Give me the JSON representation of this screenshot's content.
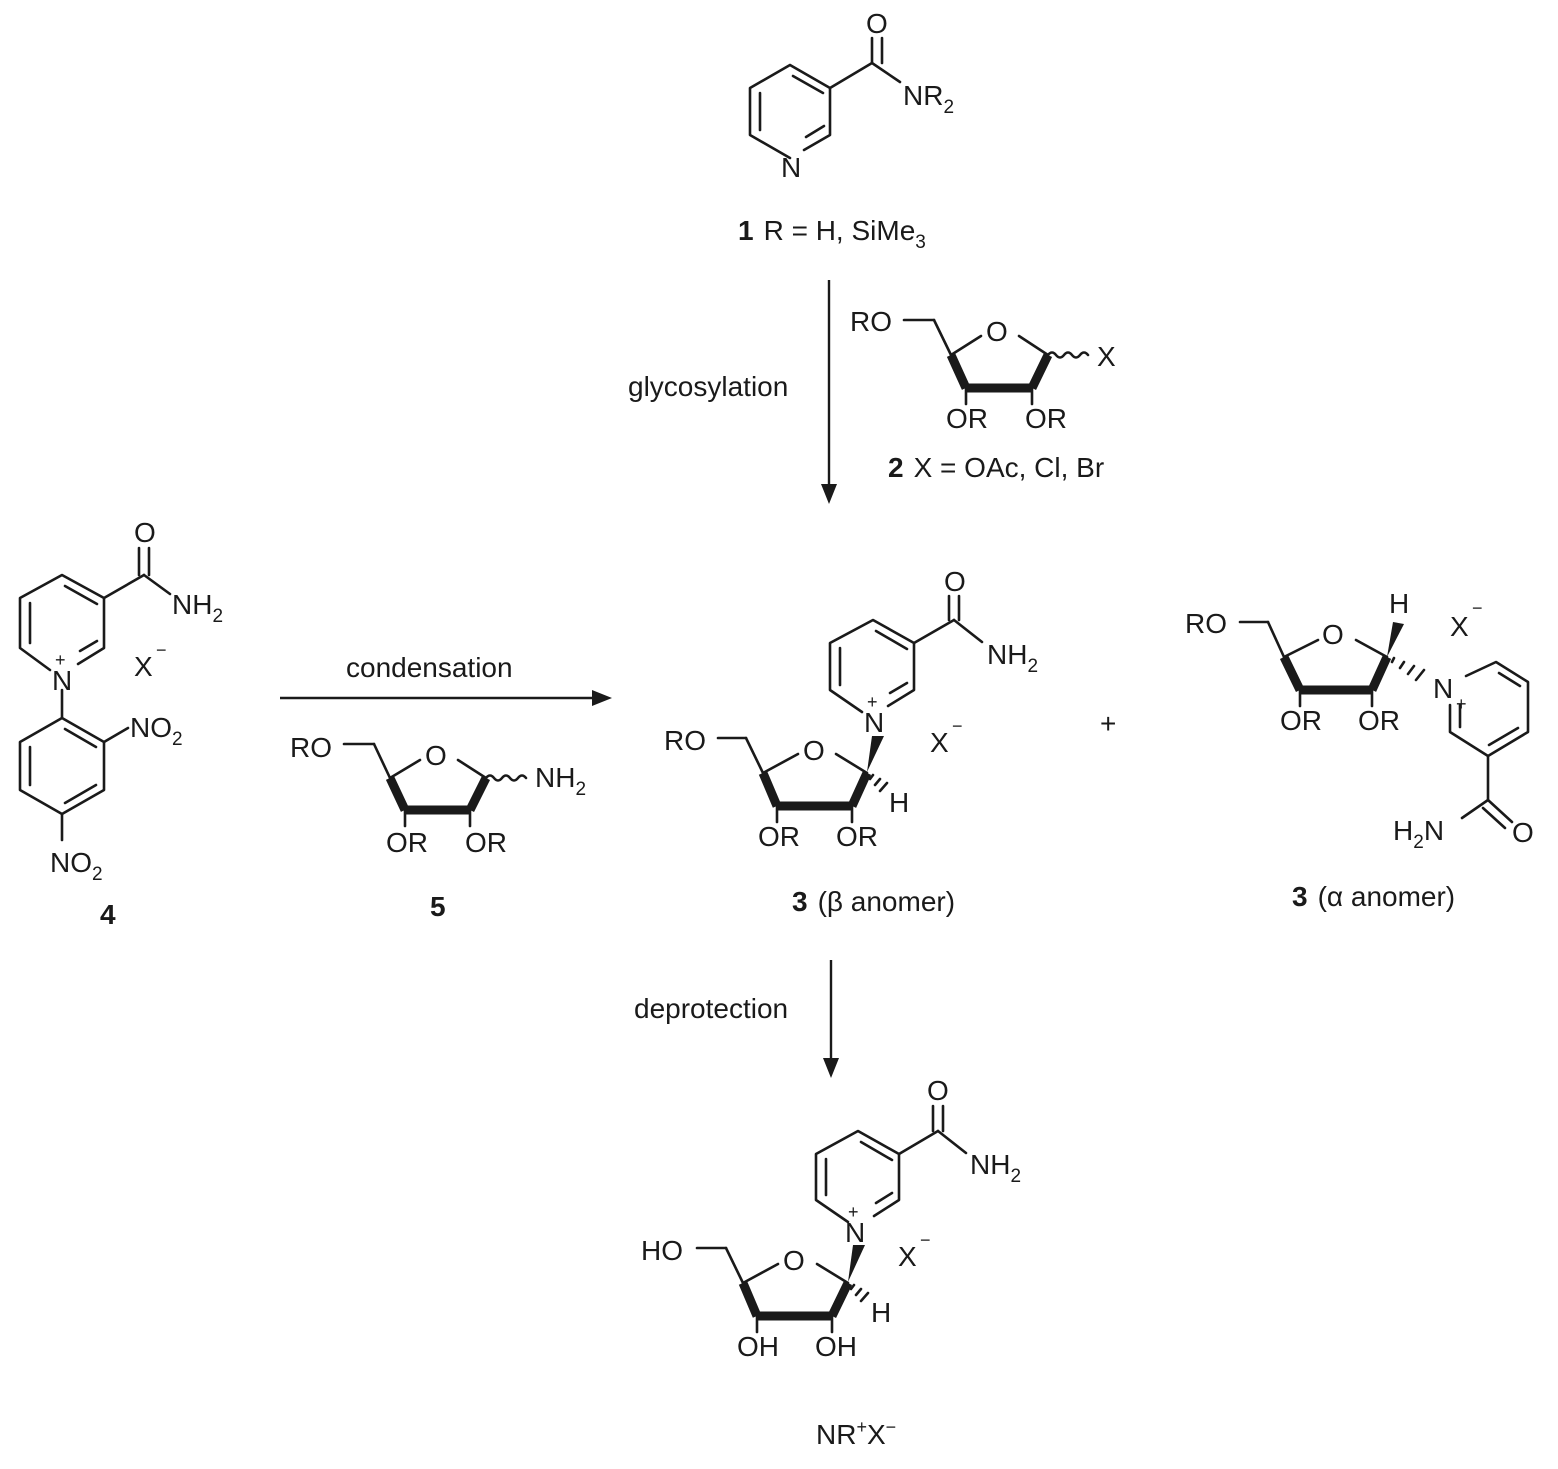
{
  "compounds": {
    "c1": {
      "label_num": "1",
      "label_text": "R = H, SiMe",
      "label_sub": "3",
      "atoms": {
        "O": "O",
        "N_ring": "N",
        "NR": "NR",
        "NR_sub": "2"
      }
    },
    "c2": {
      "label_num": "2",
      "label_text": "X = OAc, Cl, Br",
      "atoms": {
        "RO": "RO",
        "O": "O",
        "X": "X",
        "OR1": "OR",
        "OR2": "OR"
      }
    },
    "c4": {
      "label_num": "4",
      "atoms": {
        "O": "O",
        "NH": "NH",
        "NH_sub": "2",
        "N": "N",
        "plus": "+",
        "X": "X",
        "minus": "−",
        "NO2a": "NO",
        "NO2a_sub": "2",
        "NO2b": "NO",
        "NO2b_sub": "2"
      }
    },
    "c5": {
      "label_num": "5",
      "atoms": {
        "RO": "RO",
        "O": "O",
        "NH": "NH",
        "NH_sub": "2",
        "OR1": "OR",
        "OR2": "OR"
      }
    },
    "c3b": {
      "label_num": "3",
      "label_text": "(β anomer)",
      "atoms": {
        "O": "O",
        "NH": "NH",
        "NH_sub": "2",
        "N": "N",
        "plus": "+",
        "X": "X",
        "minus": "−",
        "RO": "RO",
        "Or": "O",
        "H": "H",
        "OR1": "OR",
        "OR2": "OR"
      }
    },
    "c3a": {
      "label_num": "3",
      "label_text": "(α anomer)",
      "atoms": {
        "RO": "RO",
        "Or": "O",
        "H": "H",
        "X": "X",
        "minus": "−",
        "N": "N",
        "plus": "+",
        "OR1": "OR",
        "OR2": "OR",
        "H2N_H": "H",
        "H2N_sub": "2",
        "H2N_N": "N",
        "O": "O"
      }
    },
    "nr": {
      "label": "NR",
      "label_sup1": "+",
      "label_mid": "X",
      "label_sup2": "−",
      "atoms": {
        "O": "O",
        "NH": "NH",
        "NH_sub": "2",
        "N": "N",
        "plus": "+",
        "X": "X",
        "minus": "−",
        "HO": "HO",
        "Or": "O",
        "H": "H",
        "OH1": "OH",
        "OH2": "OH"
      }
    }
  },
  "plus_sign": "+",
  "arrows": {
    "glycosylation": "glycosylation",
    "condensation": "condensation",
    "deprotection": "deprotection"
  }
}
